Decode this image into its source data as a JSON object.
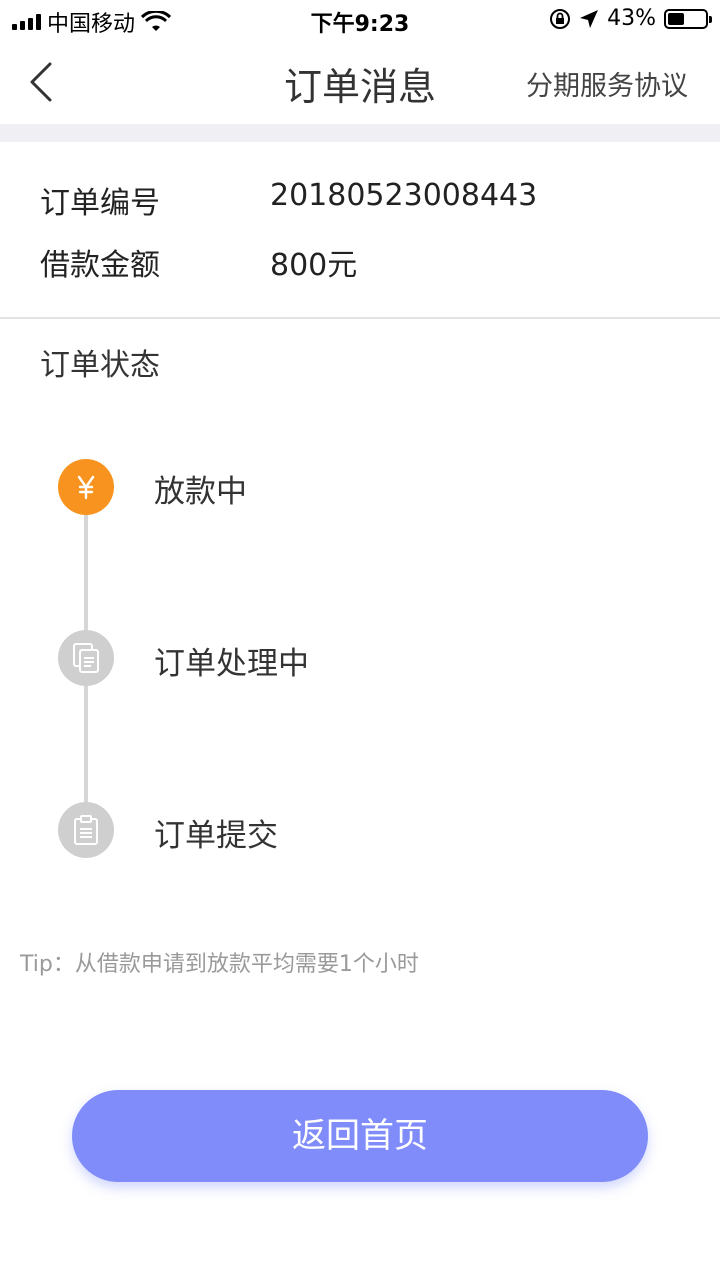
{
  "status_bar": {
    "carrier": "中国移动",
    "time": "下午9:23",
    "battery": "43%"
  },
  "nav": {
    "title": "订单消息",
    "action": "分期服务协议"
  },
  "order": {
    "number_label": "订单编号",
    "number_value": "20180523008443",
    "amount_label": "借款金额",
    "amount_value": "800元"
  },
  "status_section": {
    "title": "订单状态",
    "steps": [
      {
        "label": "放款中",
        "icon": "yen-icon",
        "state": "active"
      },
      {
        "label": "订单处理中",
        "icon": "documents-icon",
        "state": "inactive"
      },
      {
        "label": "订单提交",
        "icon": "clipboard-icon",
        "state": "inactive"
      }
    ]
  },
  "tip": "Tip：从借款申请到放款平均需要1个小时",
  "home_button": "返回首页",
  "colors": {
    "accent": "#7f8cf9",
    "active_step": "#f7931e",
    "inactive_step": "#cfcfcf"
  }
}
